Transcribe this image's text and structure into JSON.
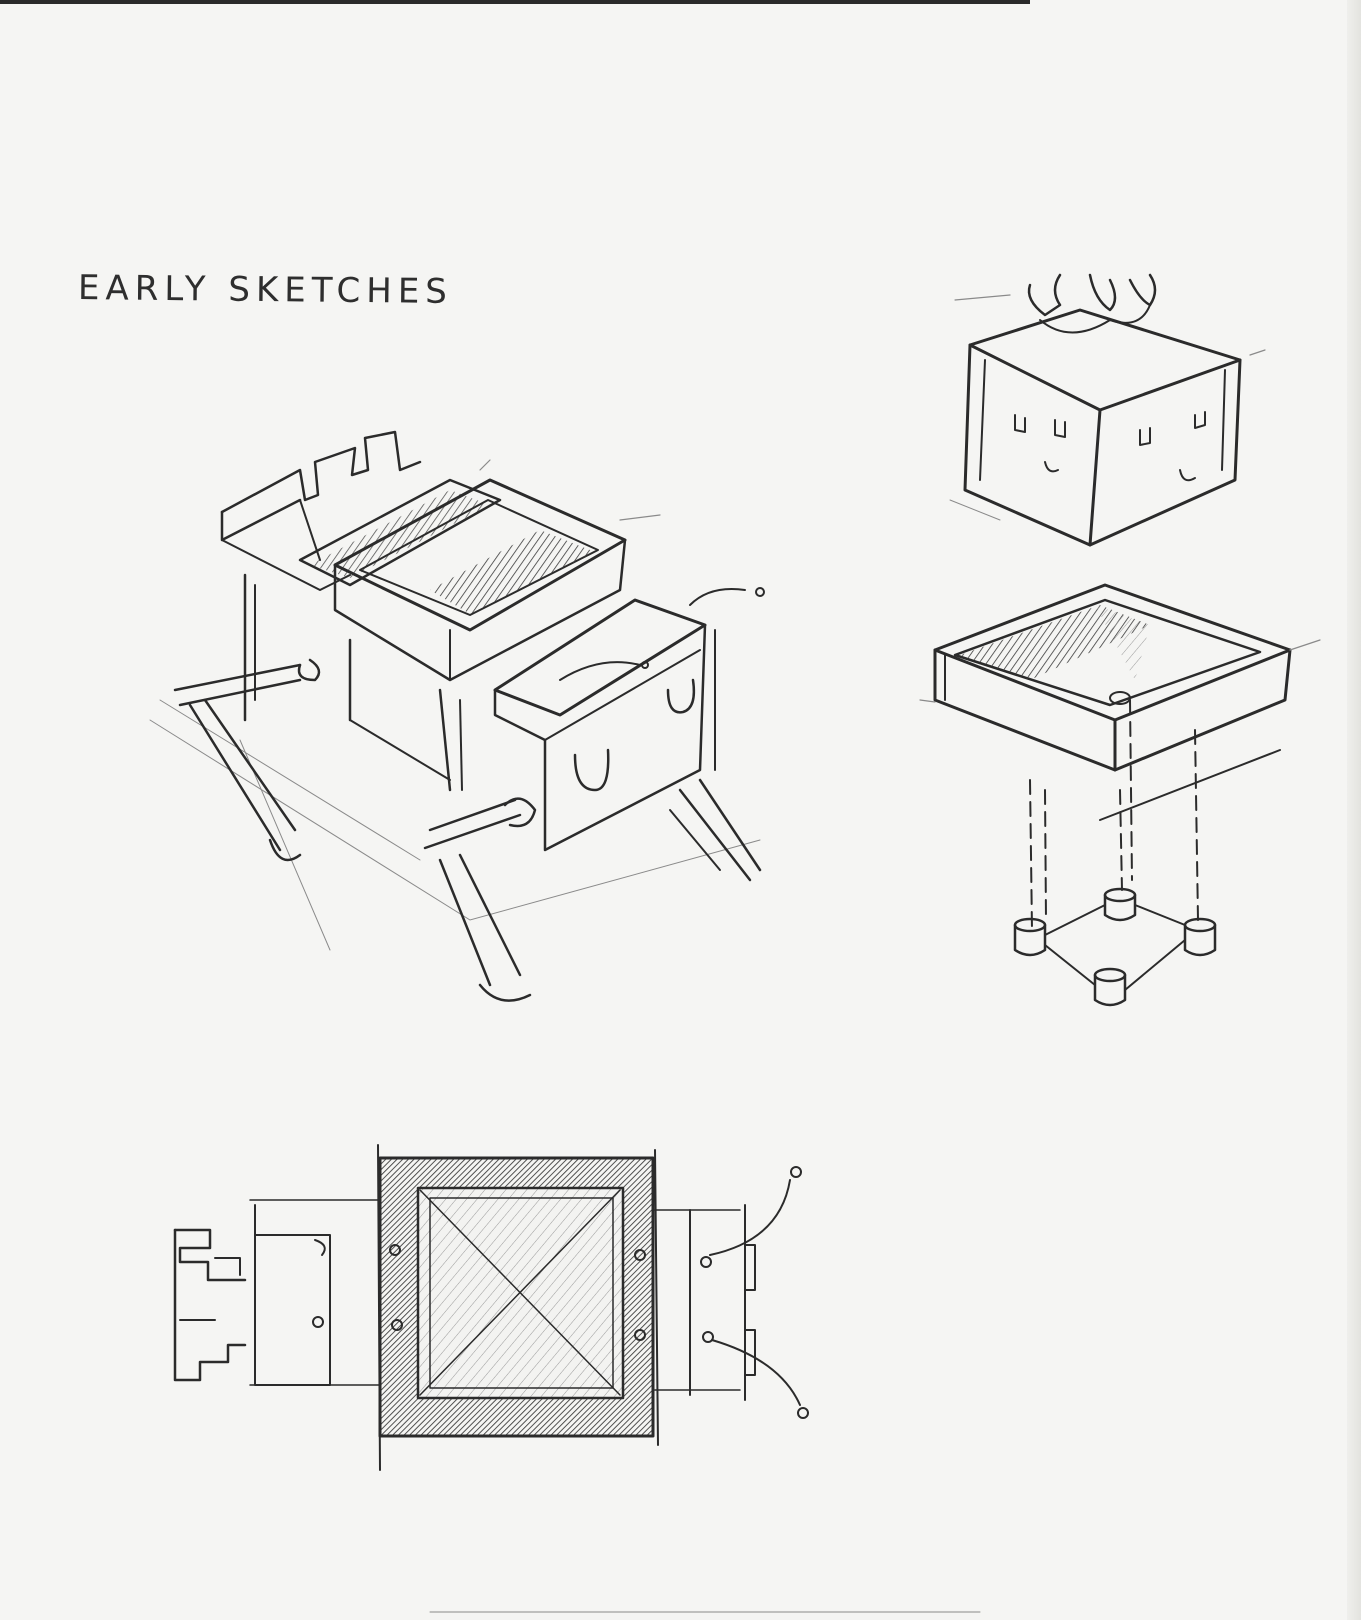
{
  "page": {
    "title": "EARLY SKETCHES",
    "paper_color": "#f5f5f3",
    "pencil_color": "#2b2b2b"
  },
  "sketches": [
    {
      "name": "grill-assembly-perspective"
    },
    {
      "name": "cube-box-perspective"
    },
    {
      "name": "tray-on-legs-exploded"
    },
    {
      "name": "top-view-plan"
    }
  ]
}
